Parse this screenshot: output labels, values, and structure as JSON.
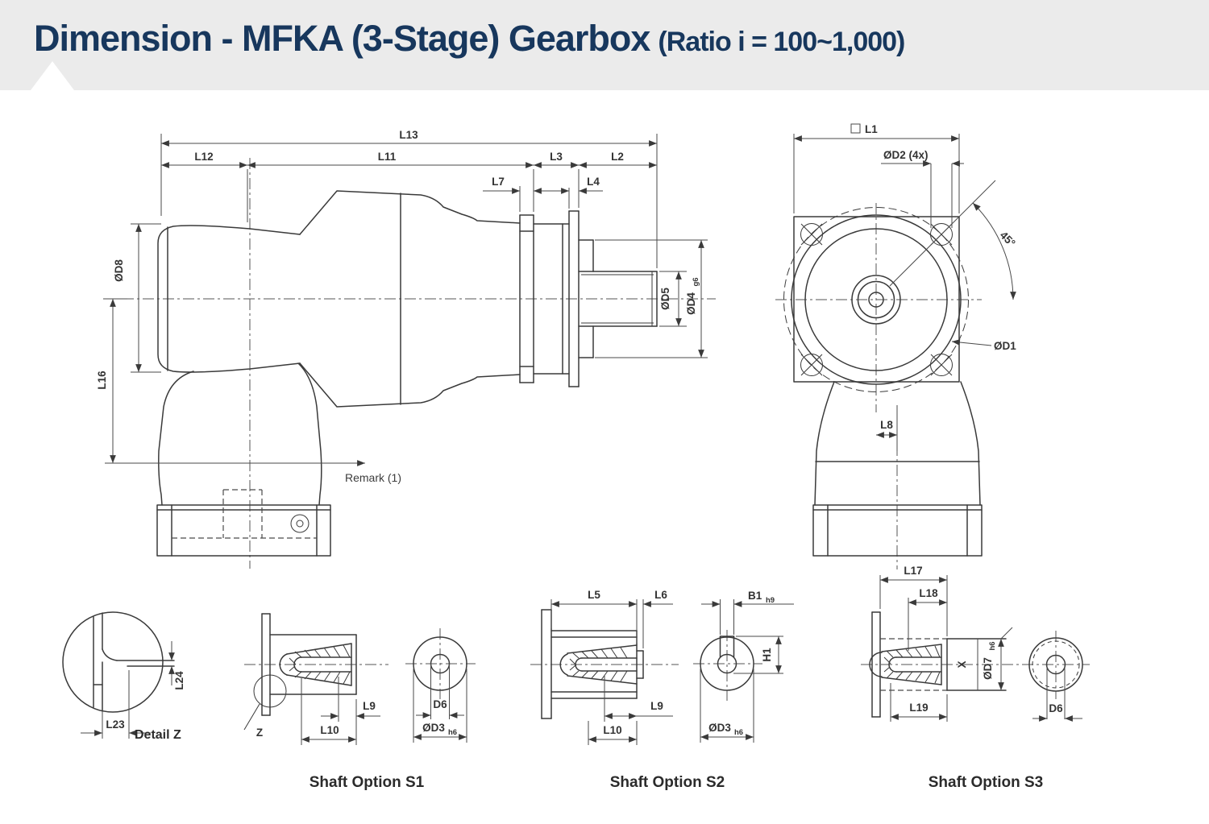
{
  "colors": {
    "header_bg": "#ebebeb",
    "title_navy": "#17375d",
    "line": "#3a3a3a"
  },
  "header": {
    "title": "Dimension - MFKA (3-Stage) Gearbox",
    "ratio": "(Ratio i = 100~1,000)"
  },
  "side_view": {
    "l13": "L13",
    "l12": "L12",
    "l11": "L11",
    "l3": "L3",
    "l2": "L2",
    "l7": "L7",
    "l4": "L4",
    "d8": "ØD8",
    "l16": "L16",
    "d5": "ØD5",
    "d4": "ØD4",
    "d4_tol": "g6",
    "remark": "Remark  (1)"
  },
  "front_view": {
    "l1": "L1",
    "d2": "ØD2 (4x)",
    "angle": "45°",
    "d1": "ØD1",
    "l8": "L8"
  },
  "detail_z": {
    "l24": "L24",
    "l23": "L23",
    "caption": "Detail  Z"
  },
  "s1": {
    "caption": "Shaft Option S1",
    "z": "Z",
    "l9": "L9",
    "l10": "L10",
    "d6": "D6",
    "d3": "ØD3",
    "d3_tol": "h6"
  },
  "s2": {
    "caption": "Shaft Option S2",
    "l5": "L5",
    "l6": "L6",
    "b1": "B1",
    "b1_tol": "h9",
    "h1": "H1",
    "l9": "L9",
    "l10": "L10",
    "d3": "ØD3",
    "d3_tol": "h6"
  },
  "s3": {
    "caption": "Shaft Option S3",
    "l17": "L17",
    "l18": "L18",
    "x": "X",
    "d7": "ØD7",
    "d7_tol": "h6",
    "l19": "L19",
    "d6": "D6"
  }
}
